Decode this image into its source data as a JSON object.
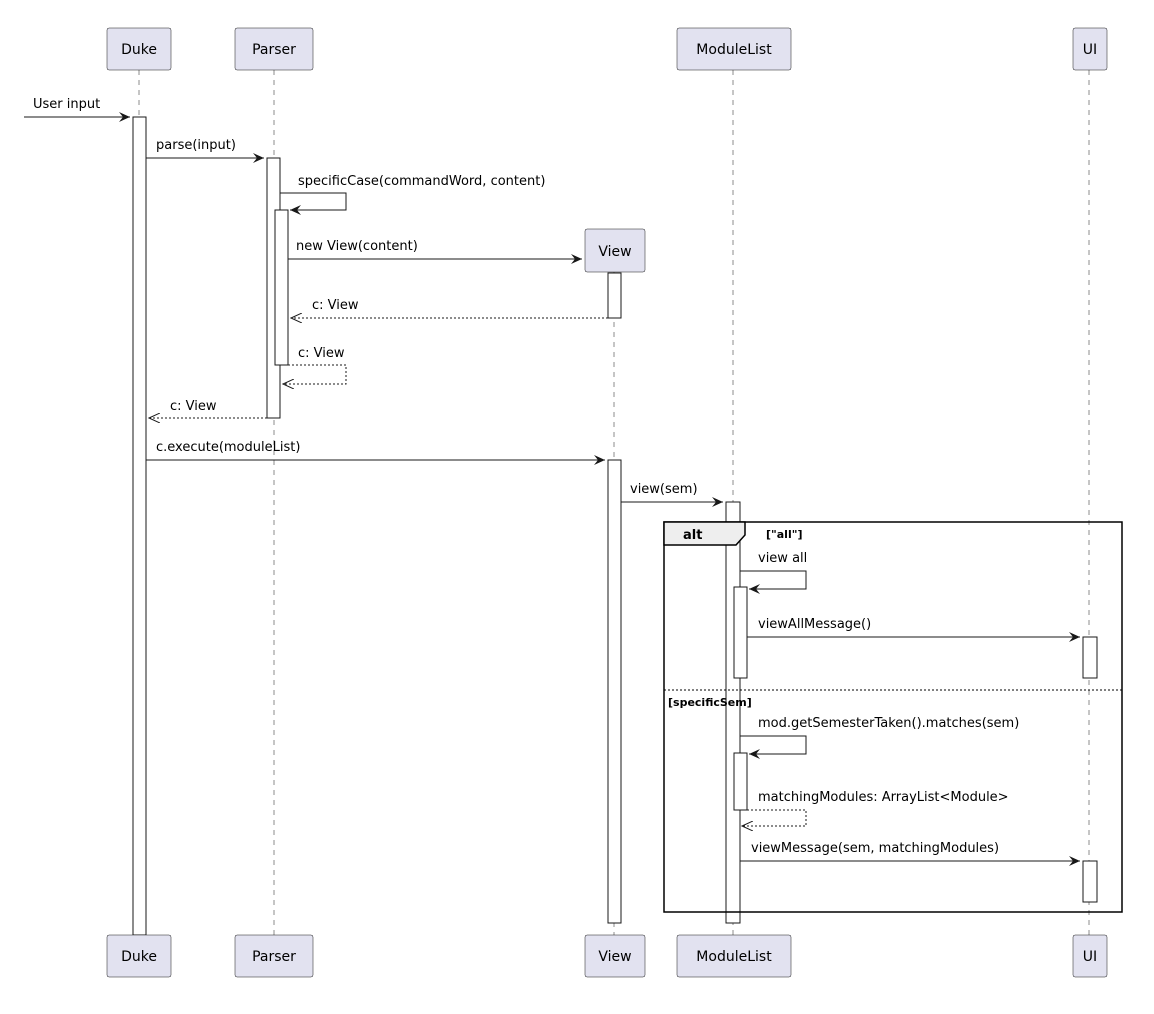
{
  "participants": {
    "duke": "Duke",
    "parser": "Parser",
    "view": "View",
    "modulelist": "ModuleList",
    "ui": "UI"
  },
  "messages": {
    "user_input": "User input",
    "parse": "parse(input)",
    "specific_case": "specificCase(commandWord, content)",
    "new_view": "new View(content)",
    "return_view_1": "c: View",
    "return_view_2": "c: View",
    "return_view_3": "c: View",
    "execute": "c.execute(moduleList)",
    "view_sem": "view(sem)",
    "view_all": "view all",
    "view_all_message": "viewAllMessage()",
    "get_semester": "mod.getSemesterTaken().matches(sem)",
    "matching_modules": "matchingModules: ArrayList<Module>",
    "view_message": "viewMessage(sem, matchingModules)"
  },
  "alt_fragment": {
    "keyword": "alt",
    "guard_1": "[\"all\"]",
    "guard_2": "[specificSem]"
  },
  "colors": {
    "participant_fill": "#e2e2f0",
    "line": "#181818",
    "fragment_tab": "#eeeeee"
  }
}
